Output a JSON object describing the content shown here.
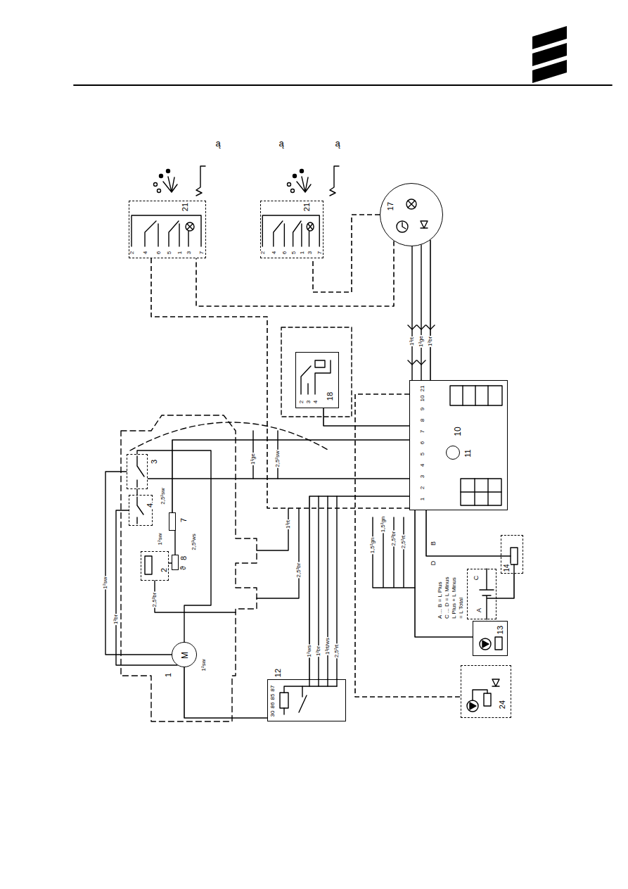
{
  "diagram": {
    "nodes": [
      {
        "text": [
          "21",
          "2",
          "4",
          "6",
          "5",
          "1",
          "3",
          "7"
        ]
      },
      {
        "text": [
          "21",
          "2",
          "4",
          "6",
          "5",
          "1",
          "3",
          "7"
        ]
      },
      {
        "text": [
          "17"
        ]
      },
      {
        "text": [
          "18",
          "2",
          "3",
          "4"
        ]
      },
      {
        "text": [
          "10",
          "1",
          "2",
          "3",
          "4",
          "5",
          "6",
          "7",
          "8",
          "9",
          "10",
          "21"
        ]
      },
      {
        "text": [
          "11"
        ],
        "in": 4
      },
      {
        "text": [
          "12",
          "30",
          "86",
          "85",
          "87"
        ]
      },
      {
        "text": [
          "13"
        ]
      },
      {
        "text": [
          "C",
          "A"
        ]
      },
      {
        "text": [
          "14"
        ]
      },
      {
        "text": [
          "24"
        ]
      },
      {
        "text": [
          "1",
          "M"
        ]
      },
      {
        "text": [
          "2"
        ]
      },
      {
        "text": [
          "3"
        ]
      },
      {
        "text": [
          "4"
        ]
      },
      {
        "text": [
          "7"
        ]
      },
      {
        "text": [
          "8",
          "ϑ"
        ]
      }
    ],
    "edges": [
      {
        "from": 4,
        "to": 6,
        "arrow": "none"
      },
      {
        "from": 6,
        "to": 11,
        "arrow": "none"
      },
      {
        "from": 4,
        "to": 7,
        "arrow": "none"
      },
      {
        "from": 4,
        "to": 10,
        "arrow": "none"
      },
      {
        "from": 4,
        "to": 9,
        "arrow": "none"
      },
      {
        "from": 9,
        "to": 8,
        "arrow": "none"
      },
      {
        "from": 4,
        "to": 3,
        "arrow": "none"
      },
      {
        "from": 4,
        "to": 2,
        "arrow": "none"
      },
      {
        "from": 2,
        "to": 0,
        "arrow": "none"
      },
      {
        "from": 2,
        "to": 1,
        "arrow": "none"
      },
      {
        "from": 0,
        "to": 4,
        "arrow": "none"
      },
      {
        "from": 4,
        "to": 13,
        "arrow": "none"
      },
      {
        "from": 4,
        "to": 15,
        "arrow": "none"
      }
    ],
    "labels": [
      "ą",
      "ą",
      "ą",
      "1²sw",
      "1²br",
      "2,5²br",
      "2,5²ws",
      "1²sw",
      "2,5²sw",
      "1²sw",
      "2,5²sw",
      "1²ge",
      "1²rt",
      "2,5²br",
      "1²ws",
      "1²br",
      "1²rt/ws",
      "2,5²rt",
      "1,5²gn",
      "1,5²gn",
      "2,5²br",
      "2,5²rt",
      "1²rt",
      "1²ge",
      "1²br",
      "B",
      "D",
      "A ... B = L Plus",
      "C ... D = L Minus",
      "L Plus + L Minus",
      "= L Total"
    ]
  }
}
